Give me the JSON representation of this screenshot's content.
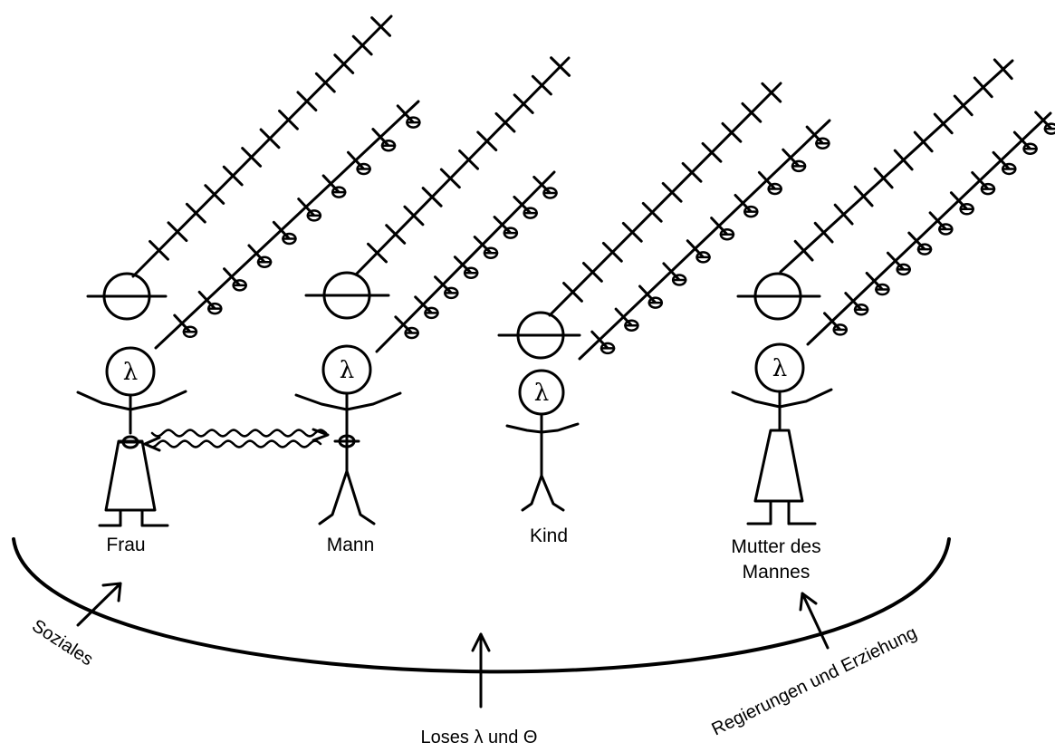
{
  "figures": [
    {
      "id": "frau",
      "label": "Frau",
      "head_glyph": "λ",
      "body": "dress"
    },
    {
      "id": "mann",
      "label": "Mann",
      "head_glyph": "λ",
      "body": "stick"
    },
    {
      "id": "kind",
      "label": "Kind",
      "head_glyph": "λ",
      "body": "child"
    },
    {
      "id": "mutter",
      "label_line1": "Mutter des",
      "label_line2": "Mannes",
      "head_glyph": "λ",
      "body": "dress"
    }
  ],
  "side_labels": {
    "left": "Soziales",
    "right": "Regierungen und Erziehung"
  },
  "bottom_label": "Loses λ und Θ"
}
